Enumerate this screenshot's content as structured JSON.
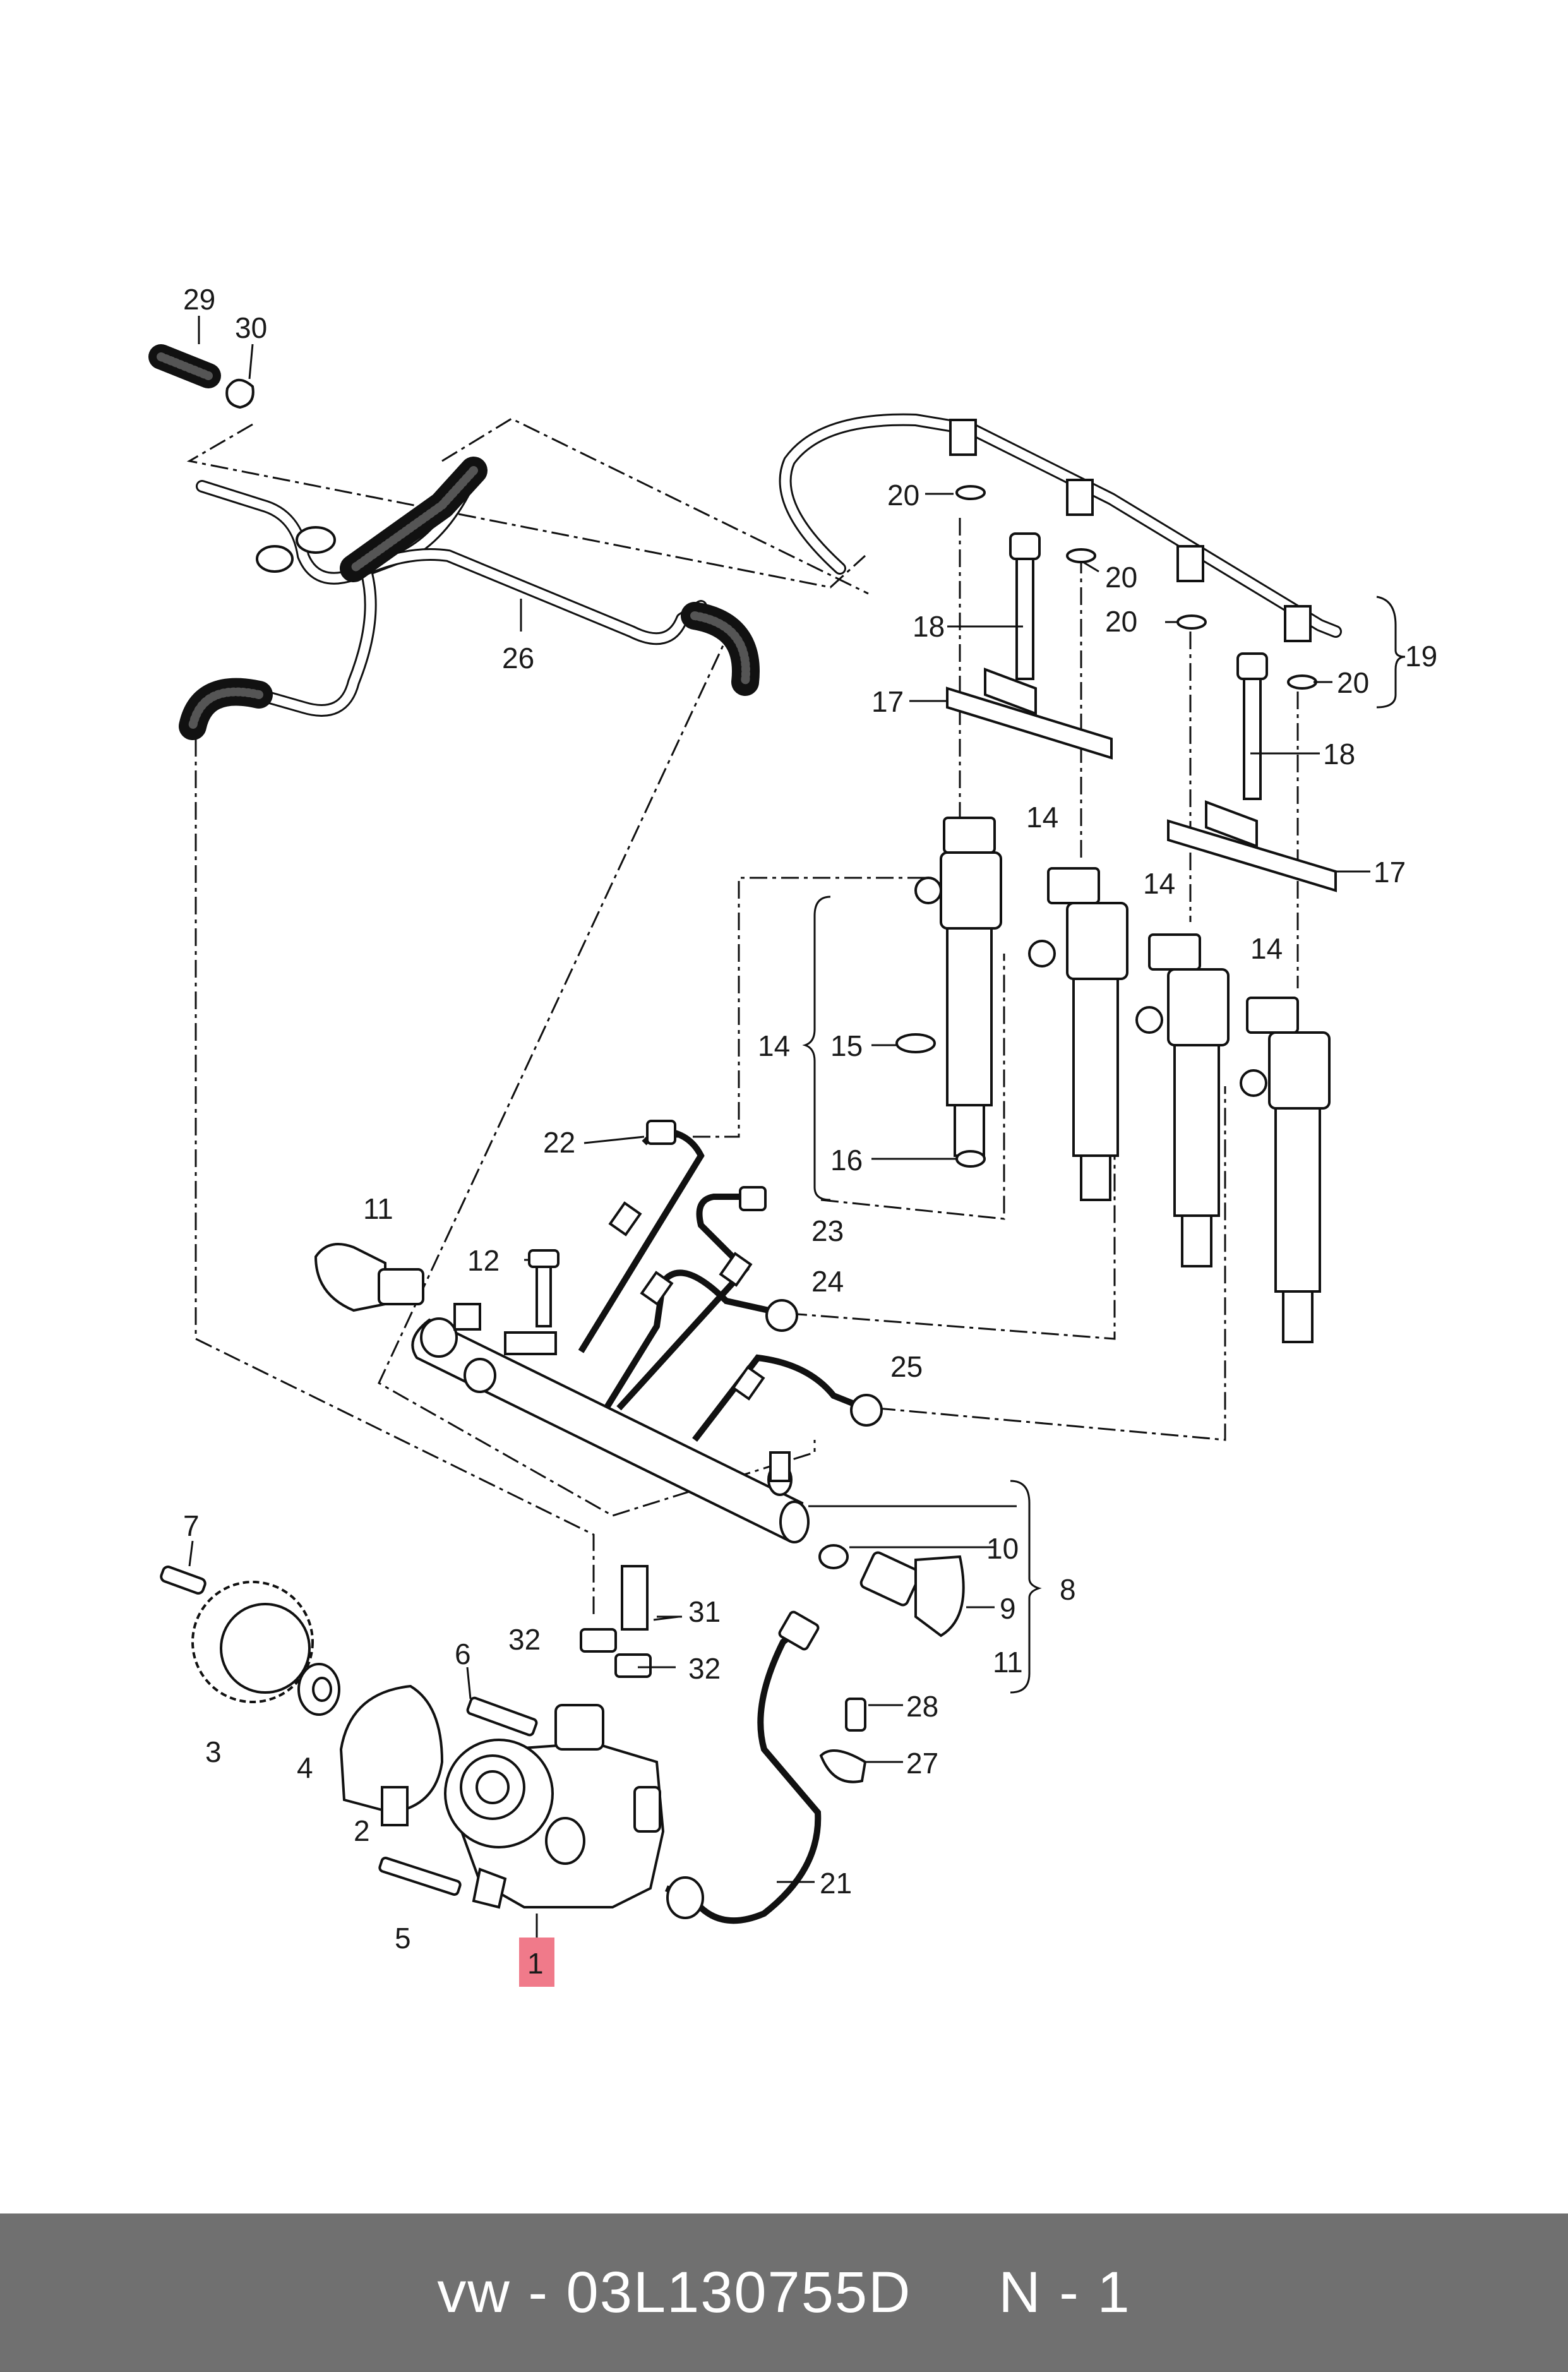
{
  "labels": [
    {
      "id": "29",
      "text": "29"
    },
    {
      "id": "30",
      "text": "30"
    },
    {
      "id": "26",
      "text": "26"
    },
    {
      "id": "20a",
      "text": "20"
    },
    {
      "id": "20b",
      "text": "20"
    },
    {
      "id": "20c",
      "text": "20"
    },
    {
      "id": "20d",
      "text": "20"
    },
    {
      "id": "19",
      "text": "19"
    },
    {
      "id": "18a",
      "text": "18"
    },
    {
      "id": "18b",
      "text": "18"
    },
    {
      "id": "17a",
      "text": "17"
    },
    {
      "id": "17b",
      "text": "17"
    },
    {
      "id": "14a",
      "text": "14"
    },
    {
      "id": "14b",
      "text": "14"
    },
    {
      "id": "14c",
      "text": "14"
    },
    {
      "id": "14d",
      "text": "14"
    },
    {
      "id": "15",
      "text": "15"
    },
    {
      "id": "16",
      "text": "16"
    },
    {
      "id": "22",
      "text": "22"
    },
    {
      "id": "23",
      "text": "23"
    },
    {
      "id": "24",
      "text": "24"
    },
    {
      "id": "25",
      "text": "25"
    },
    {
      "id": "11a",
      "text": "11"
    },
    {
      "id": "12",
      "text": "12"
    },
    {
      "id": "10",
      "text": "10"
    },
    {
      "id": "9",
      "text": "9"
    },
    {
      "id": "8",
      "text": "8"
    },
    {
      "id": "11b",
      "text": "11"
    },
    {
      "id": "7",
      "text": "7"
    },
    {
      "id": "3",
      "text": "3"
    },
    {
      "id": "4",
      "text": "4"
    },
    {
      "id": "2",
      "text": "2"
    },
    {
      "id": "6",
      "text": "6"
    },
    {
      "id": "5",
      "text": "5"
    },
    {
      "id": "31",
      "text": "31"
    },
    {
      "id": "32a",
      "text": "32"
    },
    {
      "id": "32b",
      "text": "32"
    },
    {
      "id": "28",
      "text": "28"
    },
    {
      "id": "27",
      "text": "27"
    },
    {
      "id": "21",
      "text": "21"
    },
    {
      "id": "1",
      "text": "1"
    }
  ],
  "highlight_color": "#f07a8a",
  "footer": {
    "text": "vw - 03L130755D     N - 1"
  }
}
